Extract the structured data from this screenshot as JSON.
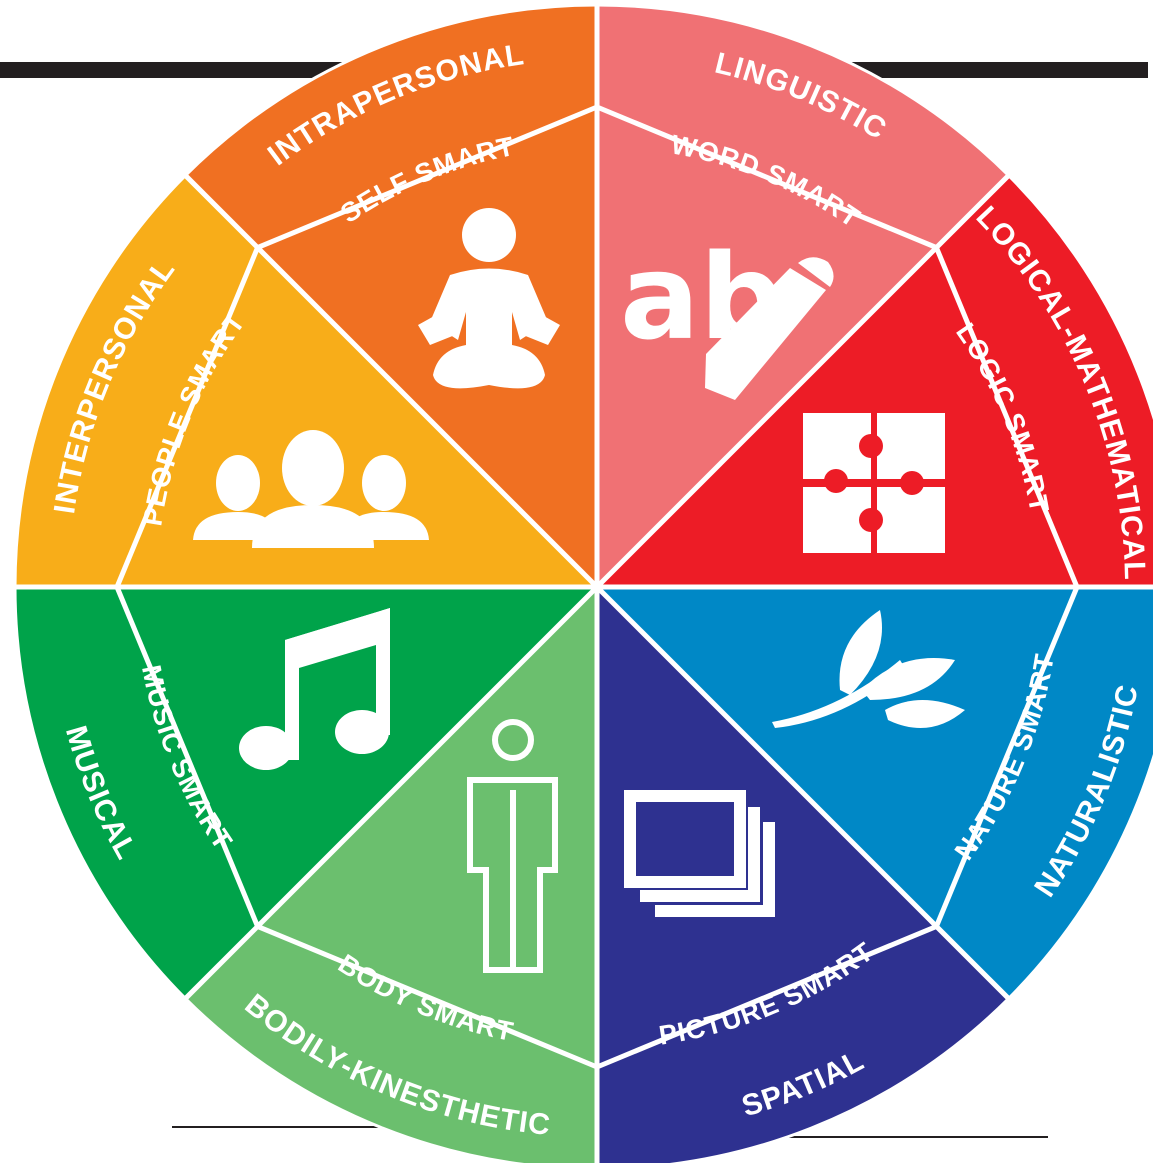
{
  "colors": {
    "intrapersonal": "#f07022",
    "linguistic": "#f07174",
    "logical": "#ed1c26",
    "naturalistic": "#0088c6",
    "spatial": "#2e3190",
    "bodily": "#6bbf6e",
    "musical": "#00a34a",
    "interpersonal": "#f8ad19",
    "bar": "#231f20"
  },
  "segments": [
    {
      "key": "intrapersonal",
      "outer": "INTRAPERSONAL",
      "inner": "SELF  SMART",
      "icon": "meditation-icon"
    },
    {
      "key": "linguistic",
      "outer": "LINGUISTIC",
      "inner": "WORD  SMART",
      "icon": "ab-pencil-icon"
    },
    {
      "key": "logical",
      "outer": "LOGICAL-MATHEMATICAL",
      "inner": "LOGIC  SMART",
      "icon": "puzzle-icon"
    },
    {
      "key": "naturalistic",
      "outer": "NATURALISTIC",
      "inner": "NATURE  SMART",
      "icon": "leaf-icon"
    },
    {
      "key": "spatial",
      "outer": "SPATIAL",
      "inner": "PICTURE  SMART",
      "icon": "pictures-icon"
    },
    {
      "key": "bodily",
      "outer": "BODILY-KINESTHETIC",
      "inner": "BODY  SMART",
      "icon": "body-icon"
    },
    {
      "key": "musical",
      "outer": "MUSICAL",
      "inner": "MUSIC  SMART",
      "icon": "music-note-icon"
    },
    {
      "key": "interpersonal",
      "outer": "INTERPERSONAL",
      "inner": "PEOPLE  SMART",
      "icon": "people-icon"
    }
  ]
}
